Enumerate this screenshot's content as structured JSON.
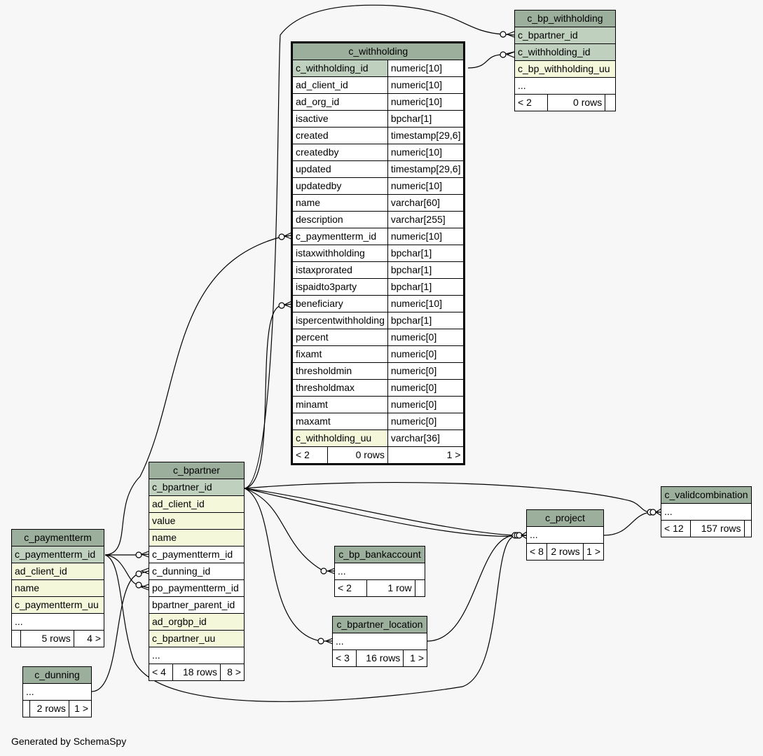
{
  "footer": "Generated by SchemaSpy",
  "tables": {
    "c_withholding": {
      "name": "c_withholding",
      "columns": [
        [
          "c_withholding_id",
          "numeric[10]"
        ],
        [
          "ad_client_id",
          "numeric[10]"
        ],
        [
          "ad_org_id",
          "numeric[10]"
        ],
        [
          "isactive",
          "bpchar[1]"
        ],
        [
          "created",
          "timestamp[29,6]"
        ],
        [
          "createdby",
          "numeric[10]"
        ],
        [
          "updated",
          "timestamp[29,6]"
        ],
        [
          "updatedby",
          "numeric[10]"
        ],
        [
          "name",
          "varchar[60]"
        ],
        [
          "description",
          "varchar[255]"
        ],
        [
          "c_paymentterm_id",
          "numeric[10]"
        ],
        [
          "istaxwithholding",
          "bpchar[1]"
        ],
        [
          "istaxprorated",
          "bpchar[1]"
        ],
        [
          "ispaidto3party",
          "bpchar[1]"
        ],
        [
          "beneficiary",
          "numeric[10]"
        ],
        [
          "ispercentwithholding",
          "bpchar[1]"
        ],
        [
          "percent",
          "numeric[0]"
        ],
        [
          "fixamt",
          "numeric[0]"
        ],
        [
          "thresholdmin",
          "numeric[0]"
        ],
        [
          "thresholdmax",
          "numeric[0]"
        ],
        [
          "minamt",
          "numeric[0]"
        ],
        [
          "maxamt",
          "numeric[0]"
        ],
        [
          "c_withholding_uu",
          "varchar[36]"
        ]
      ],
      "footer": [
        "< 2",
        "0 rows",
        "1 >"
      ]
    },
    "c_bp_withholding": {
      "name": "c_bp_withholding",
      "rows": [
        "c_bpartner_id",
        "c_withholding_id",
        "c_bp_withholding_uu",
        "..."
      ],
      "footer": [
        "< 2",
        "0 rows",
        ""
      ]
    },
    "c_bpartner": {
      "name": "c_bpartner",
      "rows": [
        "c_bpartner_id",
        "ad_client_id",
        "value",
        "name",
        "c_paymentterm_id",
        "c_dunning_id",
        "po_paymentterm_id",
        "bpartner_parent_id",
        "ad_orgbp_id",
        "c_bpartner_uu",
        "..."
      ],
      "footer": [
        "< 4",
        "18 rows",
        "8 >"
      ]
    },
    "c_paymentterm": {
      "name": "c_paymentterm",
      "rows": [
        "c_paymentterm_id",
        "ad_client_id",
        "name",
        "c_paymentterm_uu",
        "..."
      ],
      "footer": [
        "",
        "5 rows",
        "4 >"
      ]
    },
    "c_dunning": {
      "name": "c_dunning",
      "rows": [
        "..."
      ],
      "footer": [
        "",
        "2 rows",
        "1 >"
      ]
    },
    "c_bp_bankaccount": {
      "name": "c_bp_bankaccount",
      "rows": [
        "..."
      ],
      "footer": [
        "< 2",
        "1 row",
        ""
      ]
    },
    "c_bpartner_location": {
      "name": "c_bpartner_location",
      "rows": [
        "..."
      ],
      "footer": [
        "< 3",
        "16 rows",
        "1 >"
      ]
    },
    "c_project": {
      "name": "c_project",
      "rows": [
        "..."
      ],
      "footer": [
        "< 8",
        "2 rows",
        "1 >"
      ]
    },
    "c_validcombination": {
      "name": "c_validcombination",
      "rows": [
        "..."
      ],
      "footer": [
        "< 12",
        "157 rows",
        ""
      ]
    }
  }
}
